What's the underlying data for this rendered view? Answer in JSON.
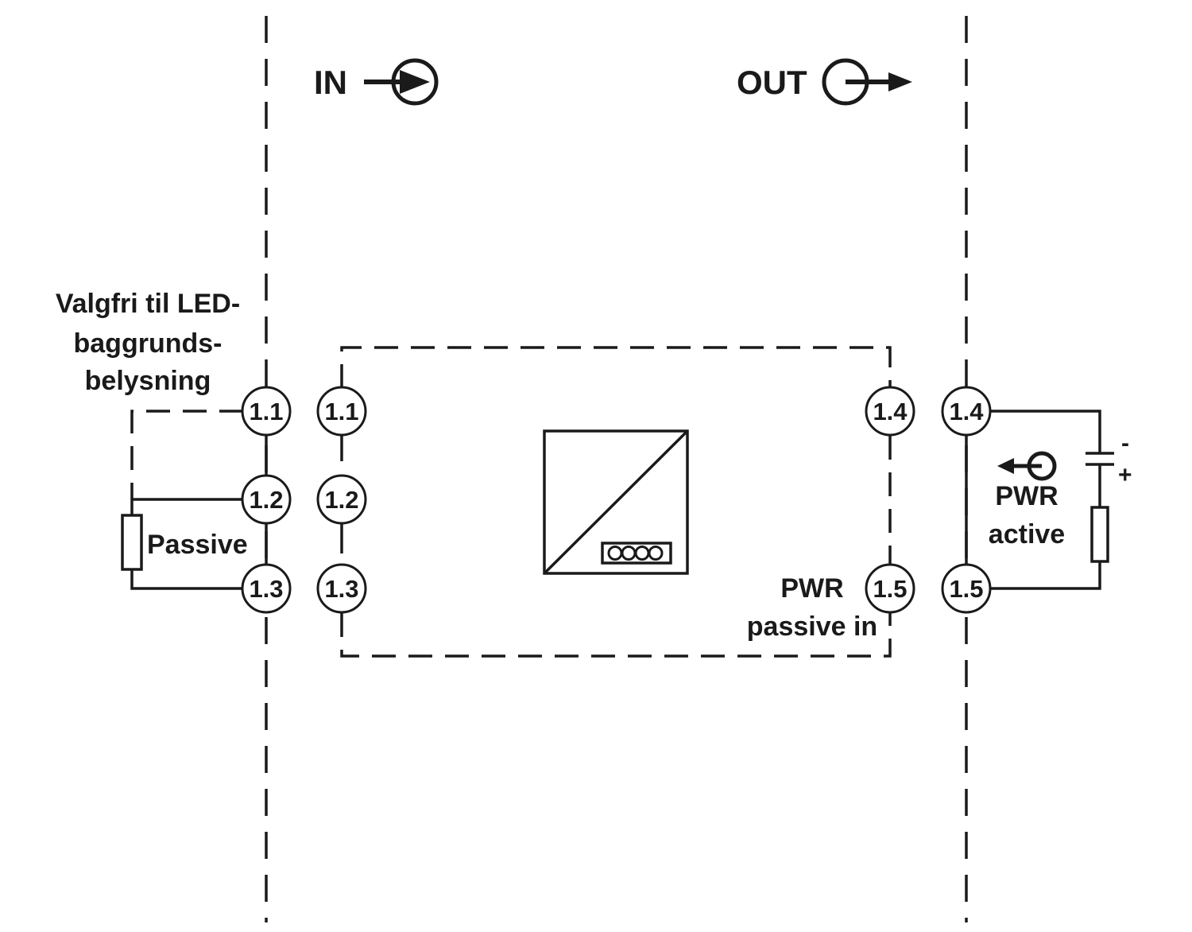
{
  "header": {
    "in_label": "IN",
    "out_label": "OUT"
  },
  "notes": {
    "led_line1": "Valgfri til LED-",
    "led_line2": "baggrunds-",
    "led_line3": "belysning",
    "passive": "Passive",
    "pwr_passive_line1": "PWR",
    "pwr_passive_line2": "passive in",
    "pwr_active_line1": "PWR",
    "pwr_active_line2": "active",
    "minus": "-",
    "plus": "+"
  },
  "terminals": {
    "left_ext": [
      "1.1",
      "1.2",
      "1.3"
    ],
    "left_int": [
      "1.1",
      "1.2",
      "1.3"
    ],
    "right_int": [
      "1.4",
      "1.5"
    ],
    "right_ext": [
      "1.4",
      "1.5"
    ]
  }
}
